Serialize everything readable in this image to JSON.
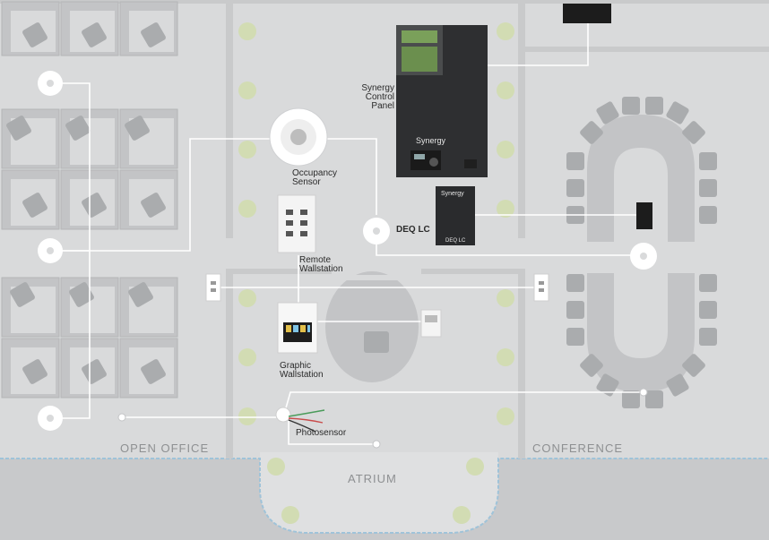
{
  "zones": {
    "open_office": "OPEN OFFICE",
    "conference": "CONFERENCE",
    "atrium": "ATRIUM"
  },
  "devices": {
    "control_panel": {
      "label_1": "Synergy",
      "label_2": "Control",
      "label_3": "Panel",
      "brand": "Synergy"
    },
    "occupancy_sensor": {
      "label_1": "Occupancy",
      "label_2": "Sensor"
    },
    "deq_lc": {
      "label": "DEQ LC",
      "face_text": "DEQ LC",
      "brand": "Synergy"
    },
    "remote_wallstation": {
      "label_1": "Remote",
      "label_2": "Wallstation"
    },
    "graphic_wallstation": {
      "label_1": "Graphic",
      "label_2": "Wallstation"
    },
    "photosensor": {
      "label": "Photosensor"
    }
  },
  "colors": {
    "floor": "#d9dadb",
    "wall": "#c9cacb",
    "desk": "#c3c4c6",
    "chair": "#aaacae",
    "light_fixture": "#d2dcb3",
    "wire": "#ffffff",
    "panel": "#2e2f31",
    "window_edge": "#9fc3d9"
  }
}
